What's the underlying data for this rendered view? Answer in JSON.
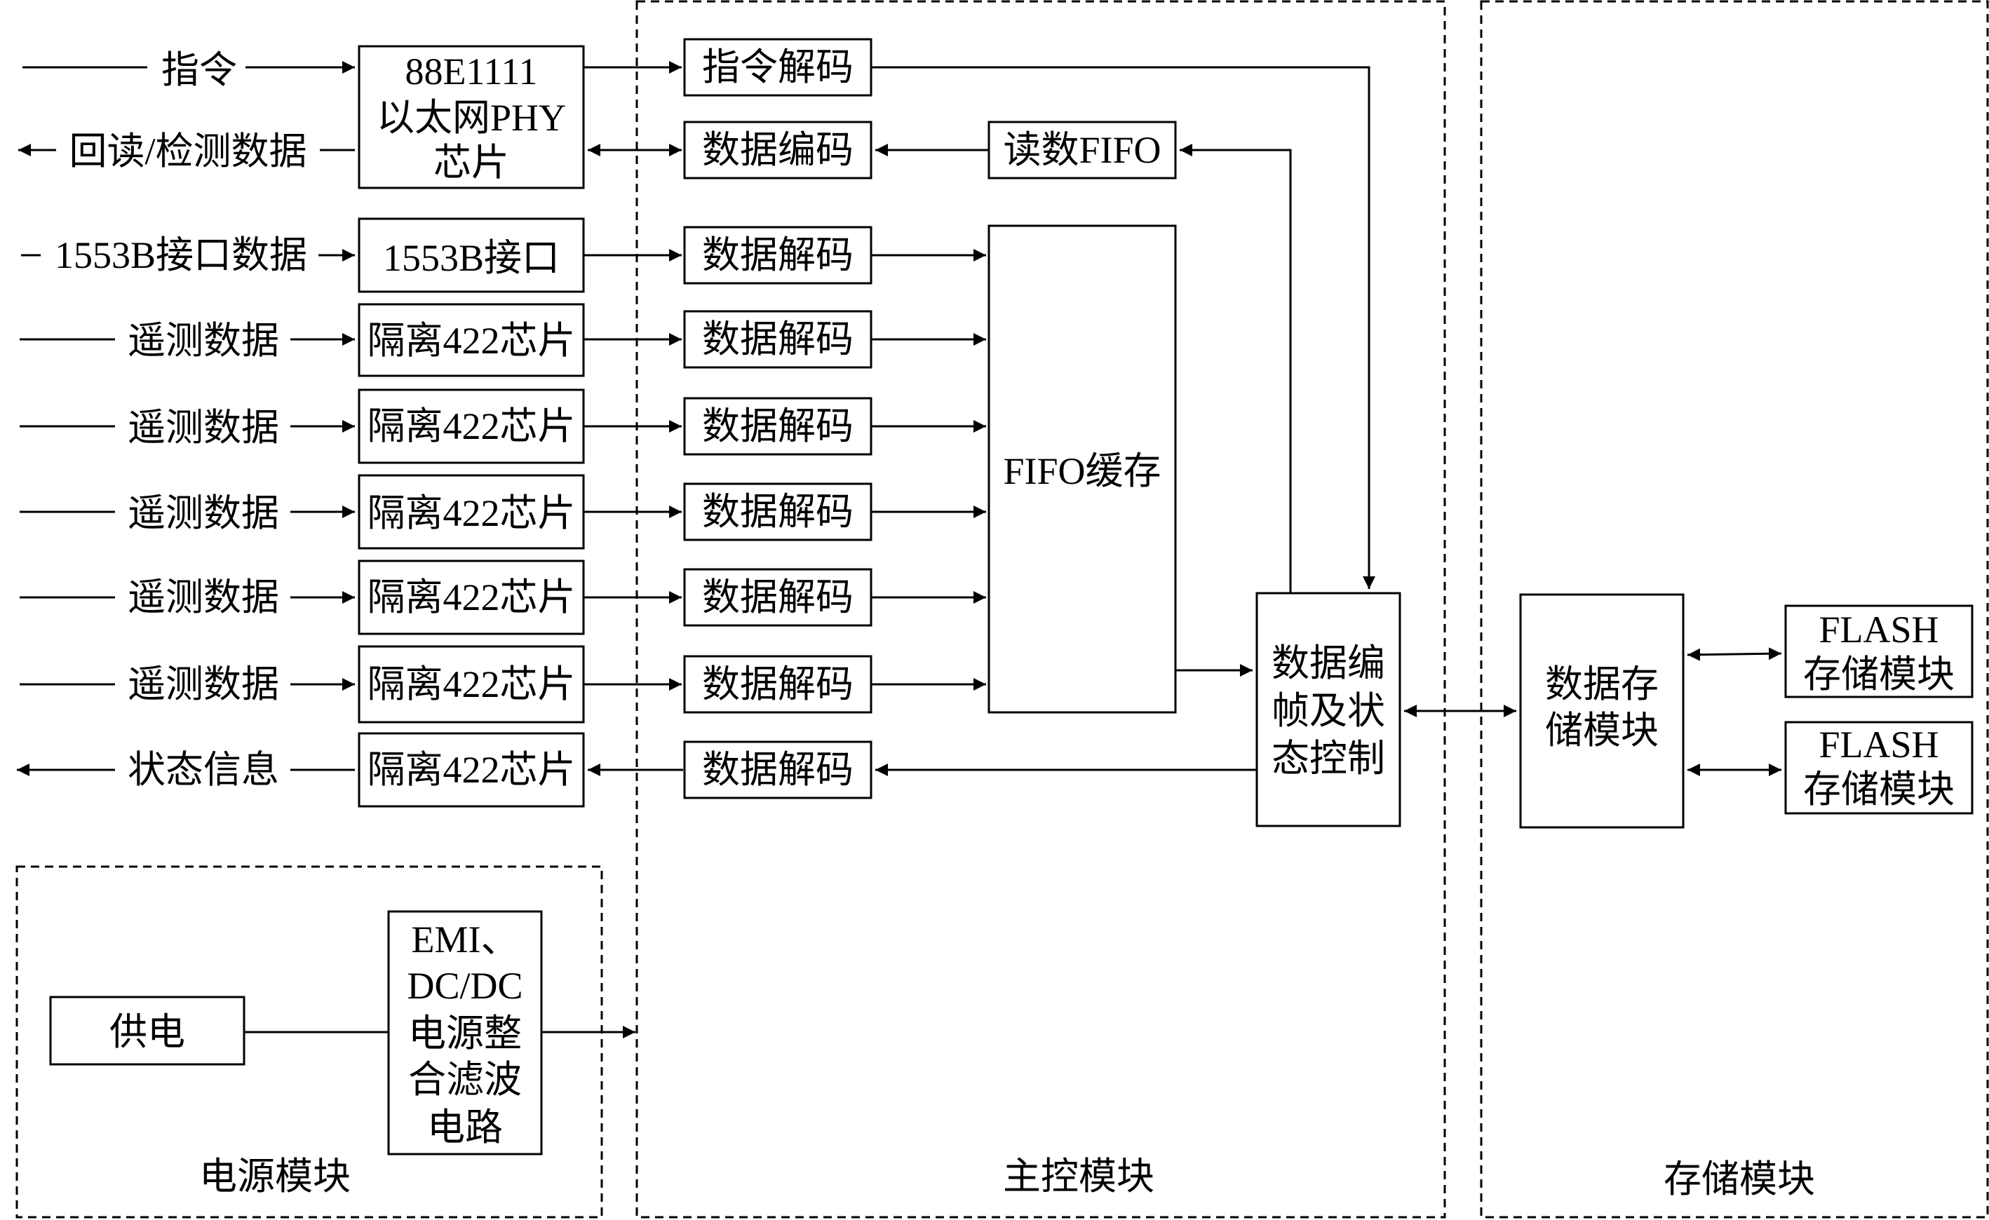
{
  "regions": {
    "power": "电源模块",
    "main": "主控模块",
    "storage": "存储模块"
  },
  "inputs": {
    "command": "指令",
    "readback": "回读/检测数据",
    "bus1553": "1553B接口数据",
    "telemetry": [
      "遥测数据",
      "遥测数据",
      "遥测数据",
      "遥测数据",
      "遥测数据"
    ],
    "status": "状态信息"
  },
  "boxes": {
    "phy": [
      "88E1111",
      "以太网PHY",
      "芯片"
    ],
    "iface1553": "1553B接口",
    "isolation": "隔离422芯片",
    "cmd_decode": "指令解码",
    "data_encode": "数据编码",
    "read_fifo": "读数FIFO",
    "data_decode": "数据解码",
    "fifo_cache": "FIFO缓存",
    "framing": [
      "数据编",
      "帧及状",
      "态控制"
    ],
    "storage_ctrl": [
      "数据存",
      "储模块"
    ],
    "flash": [
      "FLASH",
      "存储模块"
    ],
    "supply": "供电",
    "filter": [
      "EMI、",
      "DC/DC",
      "电源整",
      "合滤波",
      "电路"
    ]
  }
}
